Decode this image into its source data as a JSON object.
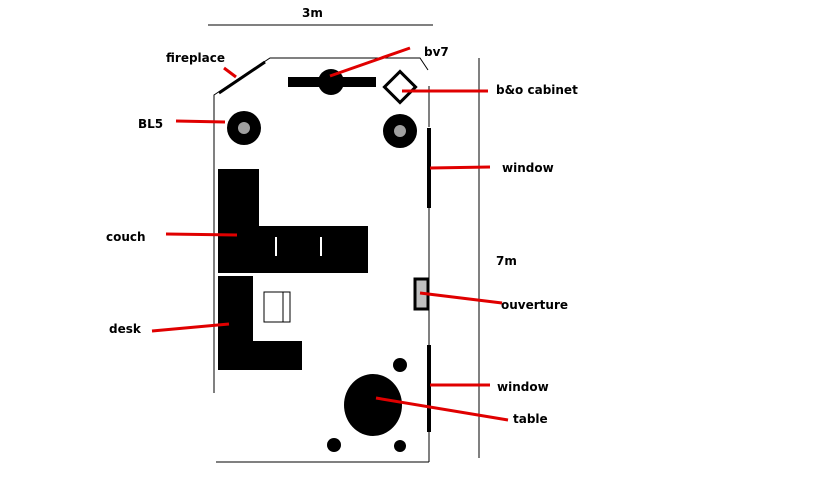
{
  "dimensions": {
    "width_label": "3m",
    "length_label": "7m"
  },
  "labels": {
    "fireplace": "fireplace",
    "bv7": "bv7",
    "bo_cabinet": "b&o cabinet",
    "bl5": "BL5",
    "window_top": "window",
    "couch": "couch",
    "ouverture": "ouverture",
    "desk": "desk",
    "window_bottom": "window",
    "table": "table"
  },
  "colors": {
    "pointer": "#e00000",
    "furniture": "#000000",
    "speaker_center": "#a0a0a0",
    "background": "#ffffff"
  }
}
